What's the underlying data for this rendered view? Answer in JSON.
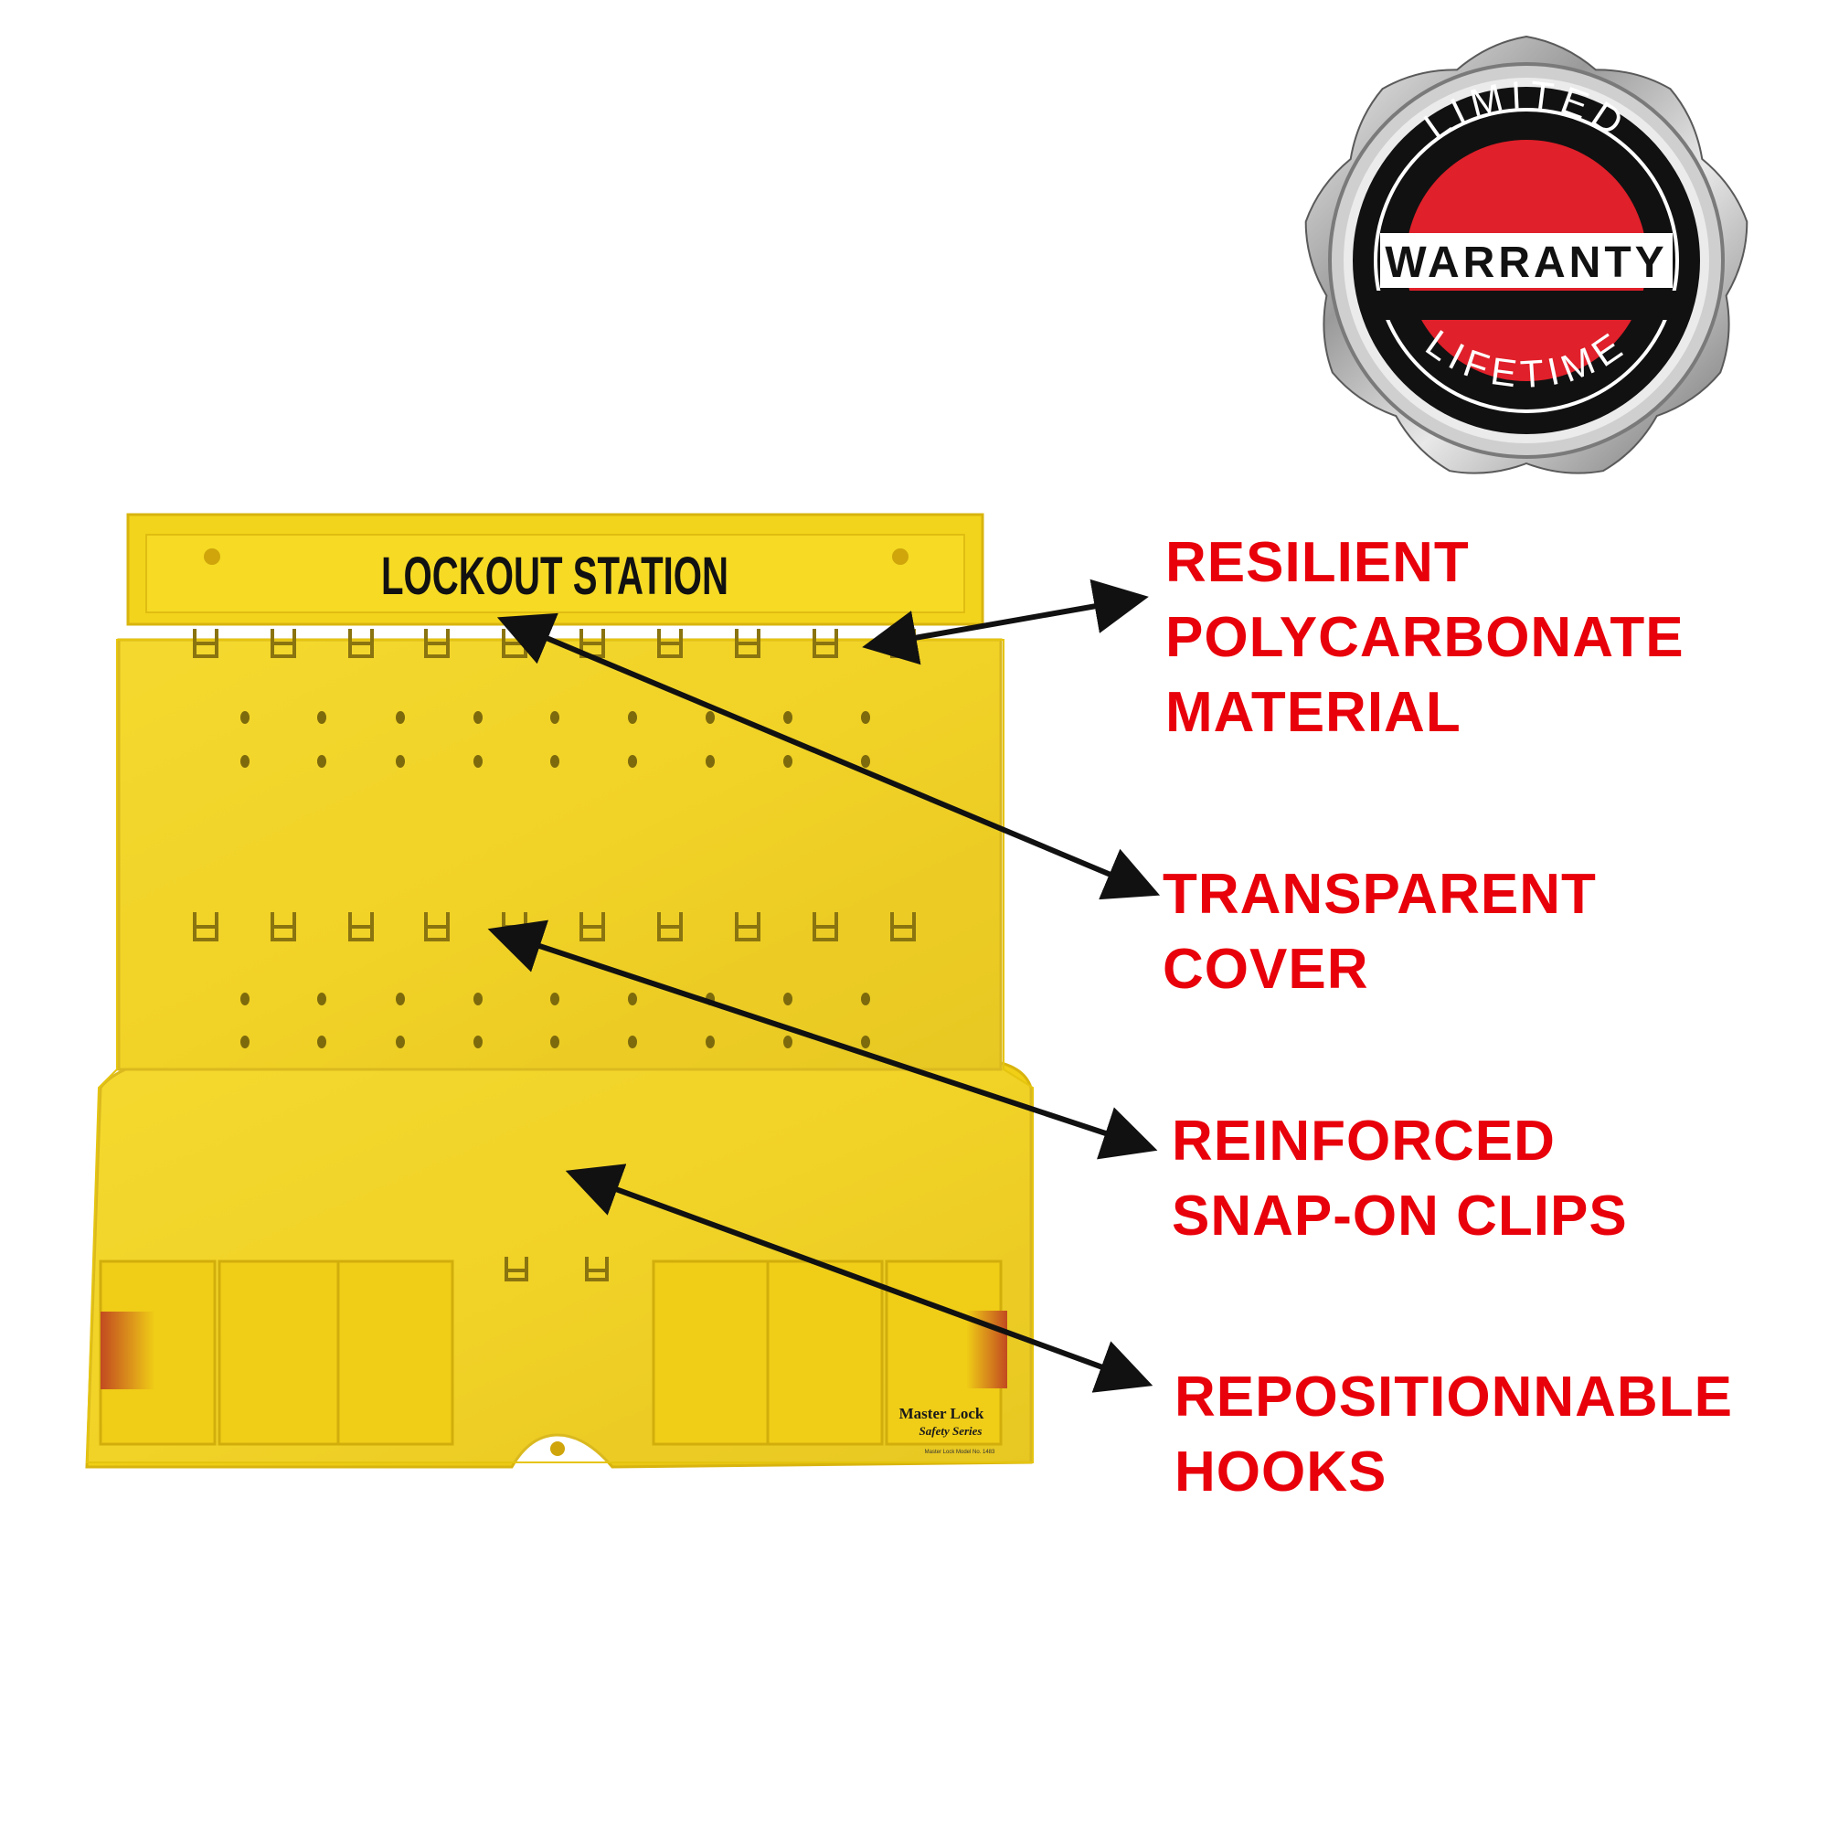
{
  "board": {
    "title": "LOCKOUT STATION",
    "brand": "Master Lock",
    "brand_sub": "Safety Series",
    "model_note": "Master Lock Model No. 1483"
  },
  "badge": {
    "top_text": "LIMITED",
    "center_text": "WARRANTY",
    "bottom_text": "LIFETIME"
  },
  "callouts": [
    {
      "lines": [
        "RESILIENT",
        "POLYCARBONATE",
        "MATERIAL"
      ]
    },
    {
      "lines": [
        "TRANSPARENT",
        "COVER"
      ]
    },
    {
      "lines": [
        "REINFORCED",
        "SNAP-ON CLIPS"
      ]
    },
    {
      "lines": [
        "REPOSITIONNABLE",
        "HOOKS"
      ]
    }
  ],
  "colors": {
    "callout_text": "#e8000a",
    "board_yellow": "#f2d21a",
    "badge_red": "#e0202a",
    "arrow": "#111111"
  }
}
